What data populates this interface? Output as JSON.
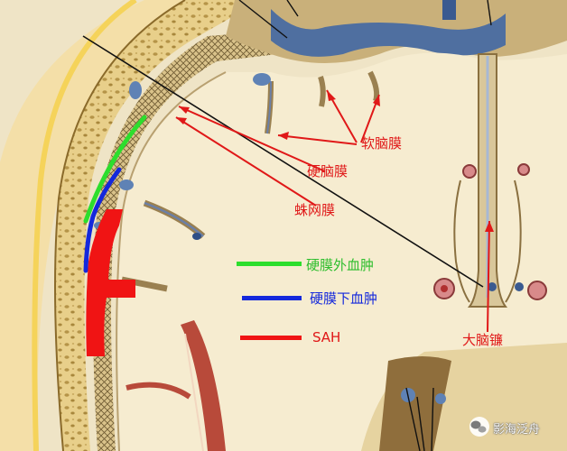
{
  "labels": {
    "pia_mater": "软脑膜",
    "dura_mater": "硬脑膜",
    "arachnoid": "蛛网膜",
    "falx_cerebri": "大脑镰"
  },
  "legend": {
    "items": [
      {
        "label": "硬膜外血肿",
        "color": "#2dde2d"
      },
      {
        "label": "硬膜下血肿",
        "color": "#1428dc"
      },
      {
        "label": "SAH",
        "color": "#f01414"
      }
    ]
  },
  "annotation_color": "#e01818",
  "watermark": {
    "text": "影海泛舟",
    "icon": "wechat-icon"
  }
}
